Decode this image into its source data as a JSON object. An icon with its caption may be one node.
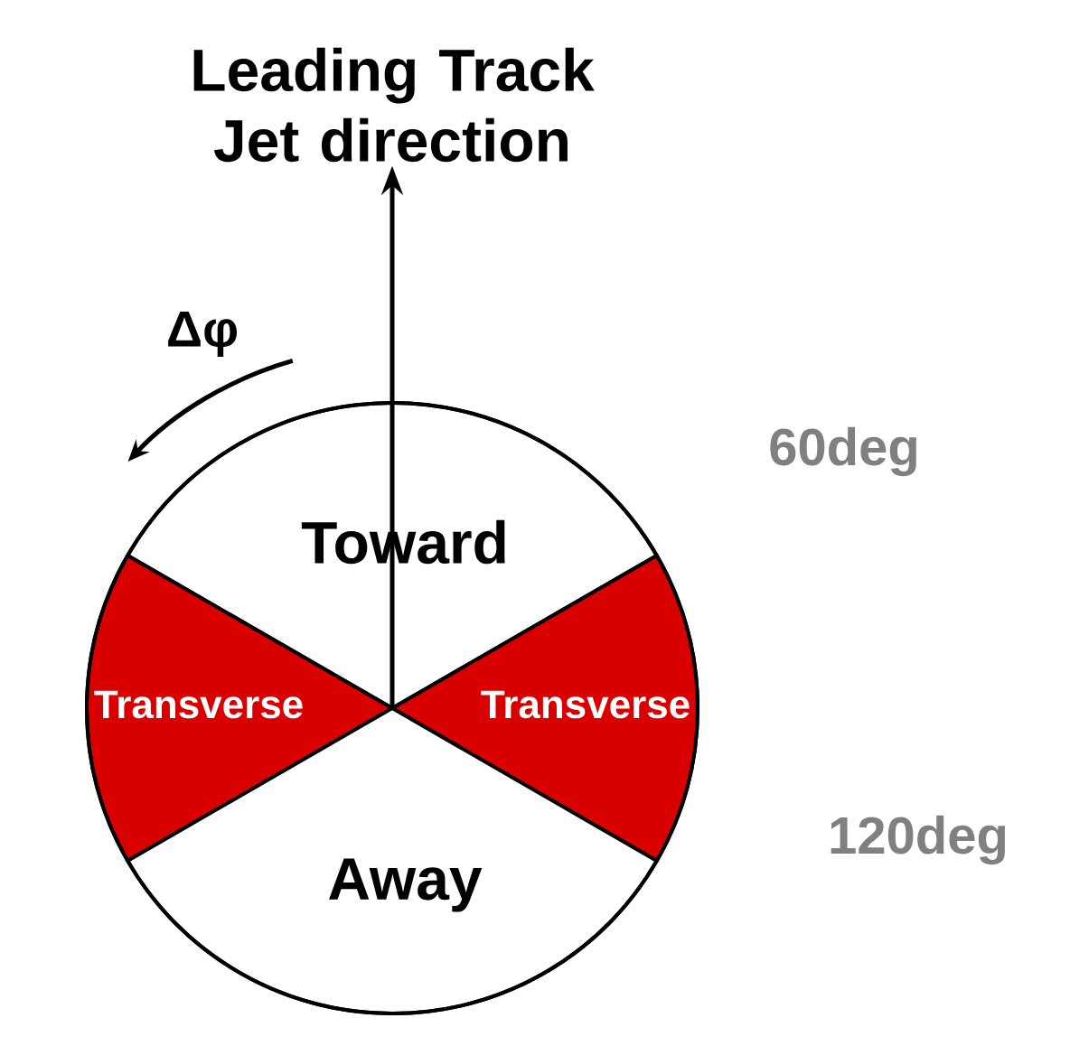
{
  "diagram": {
    "nodes": [
      {
        "text": [
          "Leading Track Jet direction"
        ]
      },
      {
        "text": [
          "Toward"
        ]
      },
      {
        "text": [
          "Transverse"
        ]
      },
      {
        "text": [
          "Transverse"
        ]
      },
      {
        "text": [
          "Away"
        ]
      }
    ],
    "edges": [
      {
        "from": 1,
        "to": 0,
        "arrow": "to"
      }
    ],
    "labels": [
      "Δφ",
      "60deg",
      "120deg"
    ]
  }
}
